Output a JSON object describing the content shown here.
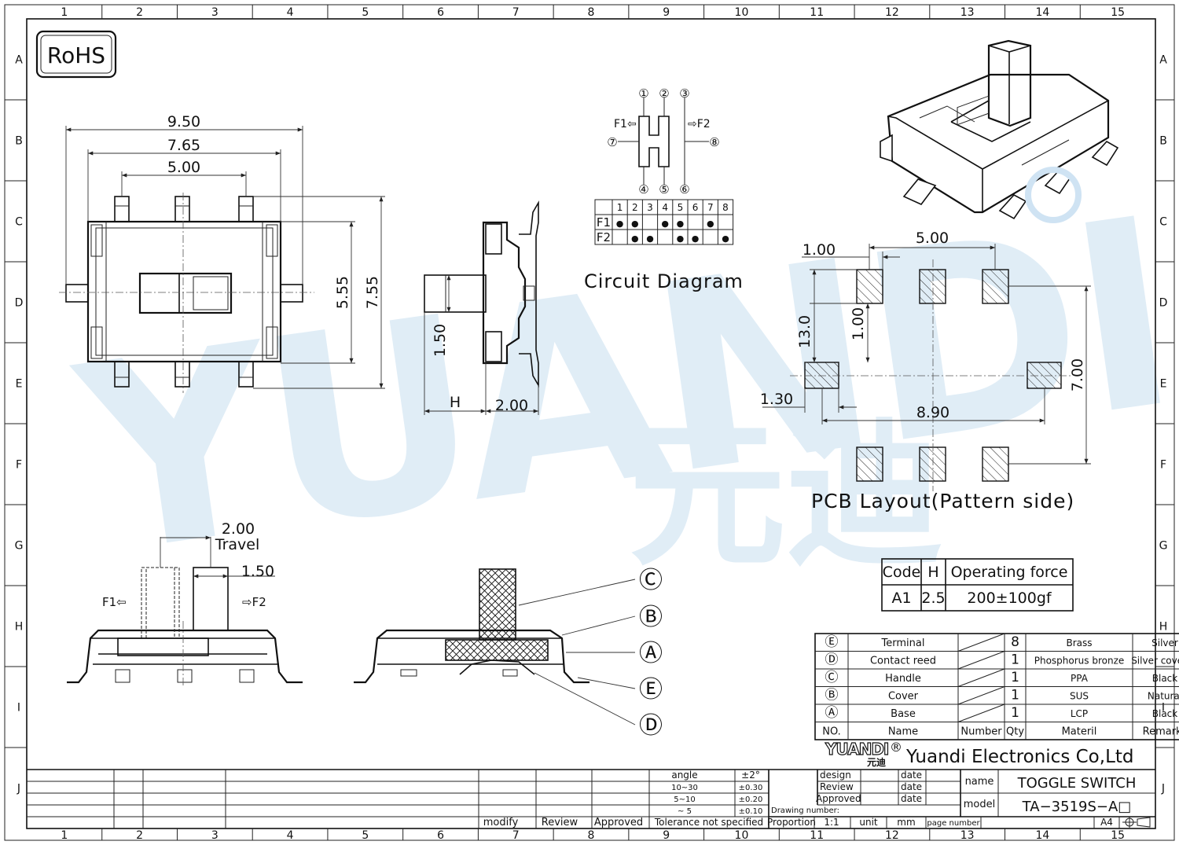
{
  "rohs": "RoHS",
  "watermark": {
    "text": "YUANDI",
    "cn": "元迪",
    "color": "#cfe3f3"
  },
  "border": {
    "columns": [
      "1",
      "2",
      "3",
      "4",
      "5",
      "6",
      "7",
      "8",
      "9",
      "10",
      "11",
      "12",
      "13",
      "14",
      "15"
    ],
    "rows": [
      "A",
      "B",
      "C",
      "D",
      "E",
      "F",
      "G",
      "H",
      "I",
      "J"
    ]
  },
  "top_view": {
    "dims": [
      "9.50",
      "7.65",
      "5.00",
      "5.55",
      "7.55"
    ]
  },
  "side_view": {
    "dims": [
      "1.50",
      "H",
      "2.00"
    ]
  },
  "circuit": {
    "title": "Circuit Diagram",
    "f1": "F1⇦",
    "f2": "⇨F2",
    "pins": [
      "①",
      "②",
      "③",
      "④",
      "⑤",
      "⑥",
      "⑦",
      "⑧"
    ],
    "table": {
      "header": [
        "",
        "1",
        "2",
        "3",
        "4",
        "5",
        "6",
        "7",
        "8"
      ],
      "rows": [
        [
          "F1",
          "●",
          "●",
          "",
          "●",
          "●",
          "",
          "●",
          ""
        ],
        [
          "F2",
          "",
          "●",
          "●",
          "",
          "●",
          "●",
          "",
          "●"
        ]
      ]
    }
  },
  "pcb": {
    "title": "PCB Layout(Pattern side)",
    "dims": [
      "1.00",
      "5.00",
      "13.0",
      "1.00",
      "1.30",
      "8.90",
      "7.00"
    ]
  },
  "travel": {
    "dims": [
      "2.00",
      "Travel",
      "1.50"
    ],
    "f1": "F1⇦",
    "f2": "⇨F2"
  },
  "callouts": [
    "Ⓒ",
    "Ⓑ",
    "Ⓐ",
    "Ⓔ",
    "Ⓓ"
  ],
  "code_table": {
    "header": [
      "Code",
      "H",
      "Operating force"
    ],
    "rows": [
      [
        "A1",
        "2.5",
        "200±100gf"
      ]
    ]
  },
  "bom": {
    "rows": [
      [
        "Ⓔ",
        "Terminal",
        "",
        "8",
        "Brass",
        "Silver"
      ],
      [
        "Ⓓ",
        "Contact reed",
        "",
        "1",
        "Phosphorus bronze",
        "Silver covered"
      ],
      [
        "Ⓒ",
        "Handle",
        "",
        "1",
        "PPA",
        "Black"
      ],
      [
        "Ⓑ",
        "Cover",
        "",
        "1",
        "SUS",
        "Natural"
      ],
      [
        "Ⓐ",
        "Base",
        "",
        "1",
        "LCP",
        "Black"
      ]
    ],
    "header": [
      "NO.",
      "Name",
      "Number",
      "Qty",
      "Materil",
      "Remarks"
    ]
  },
  "company": {
    "logo": "YUANDI",
    "logo_cn": "元迪",
    "reg": "®",
    "name": "Yuandi Electronics Co,Ltd"
  },
  "title_block": {
    "design": "design",
    "review": "Review",
    "approved": "Approved",
    "date": "date",
    "name_label": "name",
    "name": "TOGGLE SWITCH",
    "model_label": "model",
    "model": "TA−3519S−A□",
    "drawing_number": "Drawing number:",
    "proportion": "Proportion",
    "scale": "1:1",
    "unit_label": "unit",
    "unit": "mm",
    "page_number": "page number",
    "size": "A4"
  },
  "revision": {
    "modify": "modify",
    "review": "Review",
    "approved": "Approved"
  },
  "tolerance": {
    "rows": [
      [
        "angle",
        "±2°"
      ],
      [
        "10~30",
        "±0.30"
      ],
      [
        "5~10",
        "±0.20"
      ],
      [
        "~ 5",
        "±0.10"
      ]
    ],
    "label": "Tolerance not specified"
  }
}
